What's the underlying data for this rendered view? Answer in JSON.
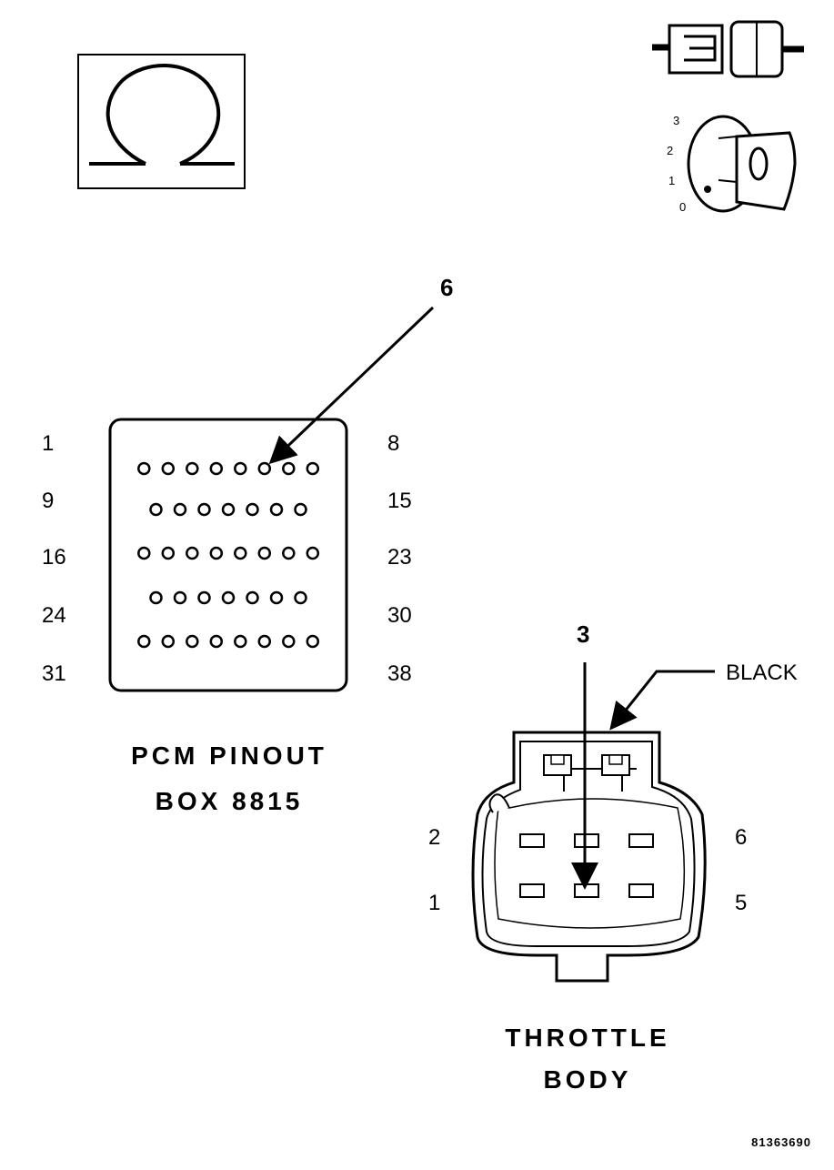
{
  "ohm_symbol": {
    "icon": "ohm-icon"
  },
  "connector_icon": {
    "icon": "connector-icon"
  },
  "ignition_switch": {
    "icon": "ignition-key-icon",
    "positions": [
      "3",
      "2",
      "1",
      "0"
    ]
  },
  "pcm_box": {
    "title_line1": "PCM PINOUT",
    "title_line2": "BOX 8815",
    "callout": "6",
    "row_labels_left": [
      "1",
      "9",
      "16",
      "24",
      "31"
    ],
    "row_labels_right": [
      "8",
      "15",
      "23",
      "30",
      "38"
    ],
    "row_pin_counts": [
      8,
      7,
      8,
      7,
      8
    ]
  },
  "throttle_body": {
    "title_line1": "THROTTLE",
    "title_line2": "BODY",
    "callout": "3",
    "color_label": "BLACK",
    "pin_labels": {
      "top_left": "2",
      "bottom_left": "1",
      "top_right": "6",
      "bottom_right": "5"
    }
  },
  "figure_id": "81363690"
}
